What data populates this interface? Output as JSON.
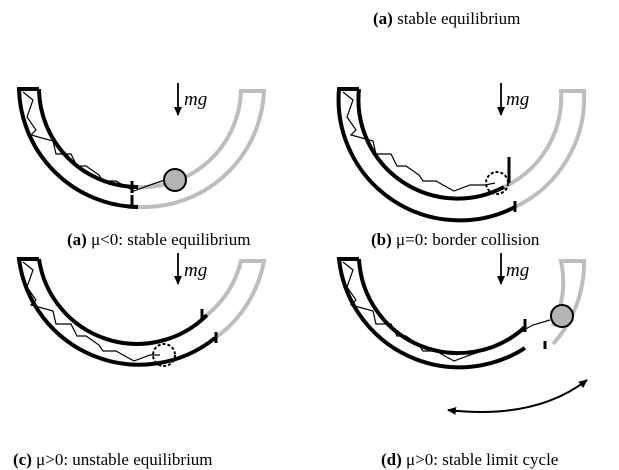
{
  "header_caption": {
    "letter": "(a)",
    "text": " stable equilibrium"
  },
  "force_label": "mg",
  "panels": [
    {
      "id": "a",
      "letter": "(a)",
      "text": " μ<0: stable equilibrium",
      "ball": "solid",
      "arrows": false
    },
    {
      "id": "b",
      "letter": "(b)",
      "text": " μ=0: border collision",
      "ball": "dashed",
      "arrows": false
    },
    {
      "id": "c",
      "letter": "(c)",
      "text": " μ>0: unstable equilibrium",
      "ball": "dashed",
      "arrows": false
    },
    {
      "id": "d",
      "letter": "(d)",
      "text": " μ>0: stable limit cycle",
      "ball": "solid",
      "arrows": true
    }
  ],
  "colors": {
    "dark": "#000000",
    "light": "#bdbdbd",
    "ball": "#b4b4b4"
  }
}
